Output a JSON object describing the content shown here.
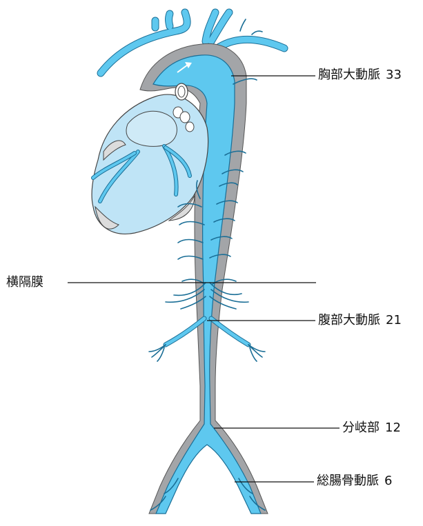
{
  "labels": {
    "thoracic": {
      "name": "胸部大動脈",
      "value": "33"
    },
    "diaphragm": {
      "name": "横隔膜"
    },
    "abdominal": {
      "name": "腹部大動脈",
      "value": "21"
    },
    "bifurcation": {
      "name": "分岐部",
      "value": "12"
    },
    "iliac": {
      "name": "総腸骨動脈",
      "value": "6"
    }
  },
  "colors": {
    "artery": "#5ec8ef",
    "artery_outline": "#1a6e96",
    "wall": "#a3a5a8",
    "heart_fill": "#bfe4f6",
    "heart_dark": "#dcdcdc",
    "line": "#111111"
  }
}
